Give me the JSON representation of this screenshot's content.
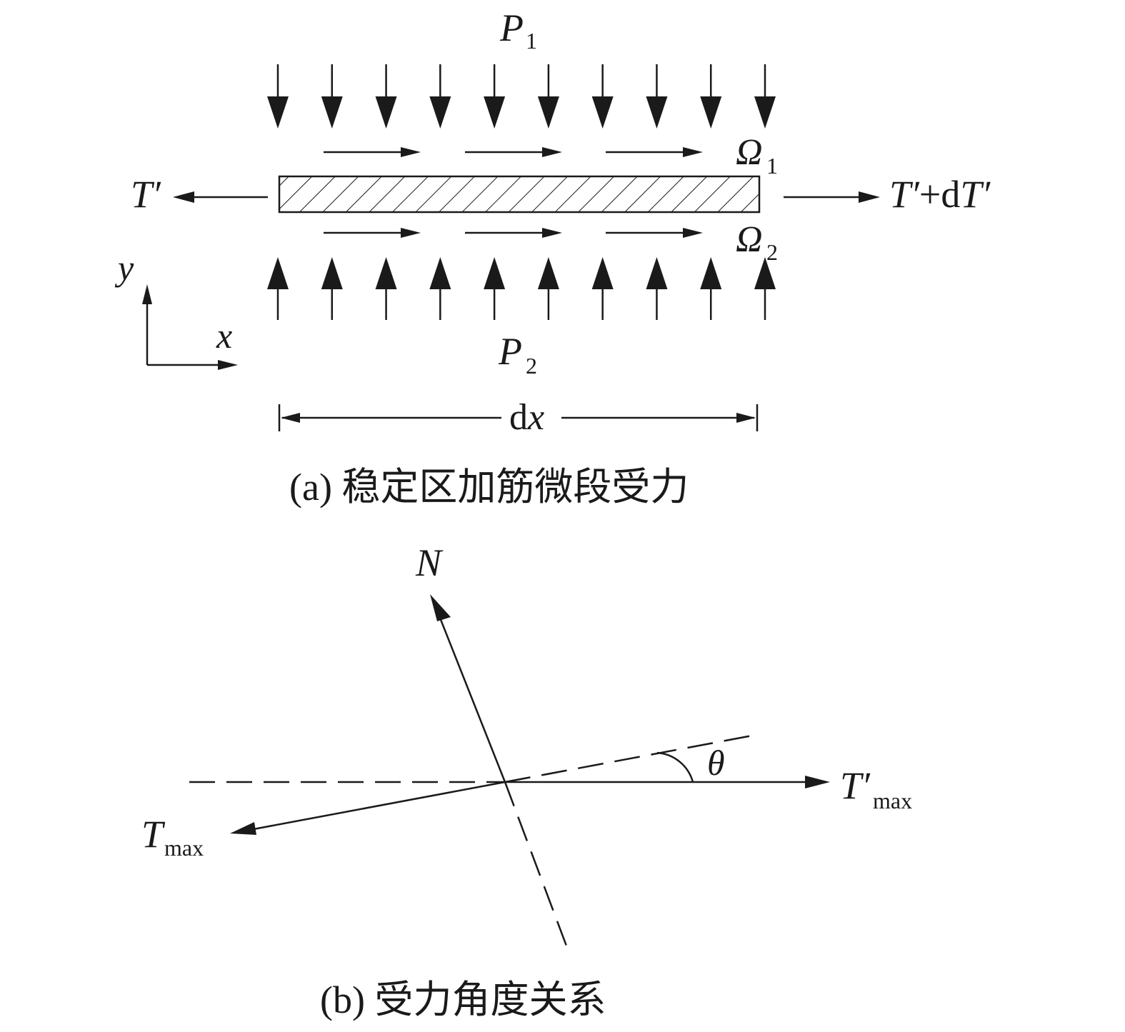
{
  "panel_a": {
    "caption": "(a) 稳定区加筋微段受力",
    "labels": {
      "p1": "P",
      "p1_sub": "1",
      "p2": "P",
      "p2_sub": "2",
      "omega1": "Ω",
      "omega1_sub": "1",
      "omega2": "Ω",
      "omega2_sub": "2",
      "t_left": "T′",
      "t_right_a": "T′",
      "t_right_b": "+d",
      "t_right_c": "T′",
      "axis_x": "x",
      "axis_y": "y",
      "dx_d": "d",
      "dx_x": "x"
    },
    "top_arrow_count": 10,
    "bottom_arrow_count": 10,
    "shear_arrow_count_per_side": 3
  },
  "panel_b": {
    "caption": "(b) 受力角度关系",
    "labels": {
      "n": "N",
      "theta": "θ",
      "tmax_right": "T′",
      "tmax_right_sub": "max",
      "tmax_left": "T",
      "tmax_left_sub": "max"
    }
  },
  "colors": {
    "ink": "#1a1a1a",
    "background": "#ffffff"
  }
}
